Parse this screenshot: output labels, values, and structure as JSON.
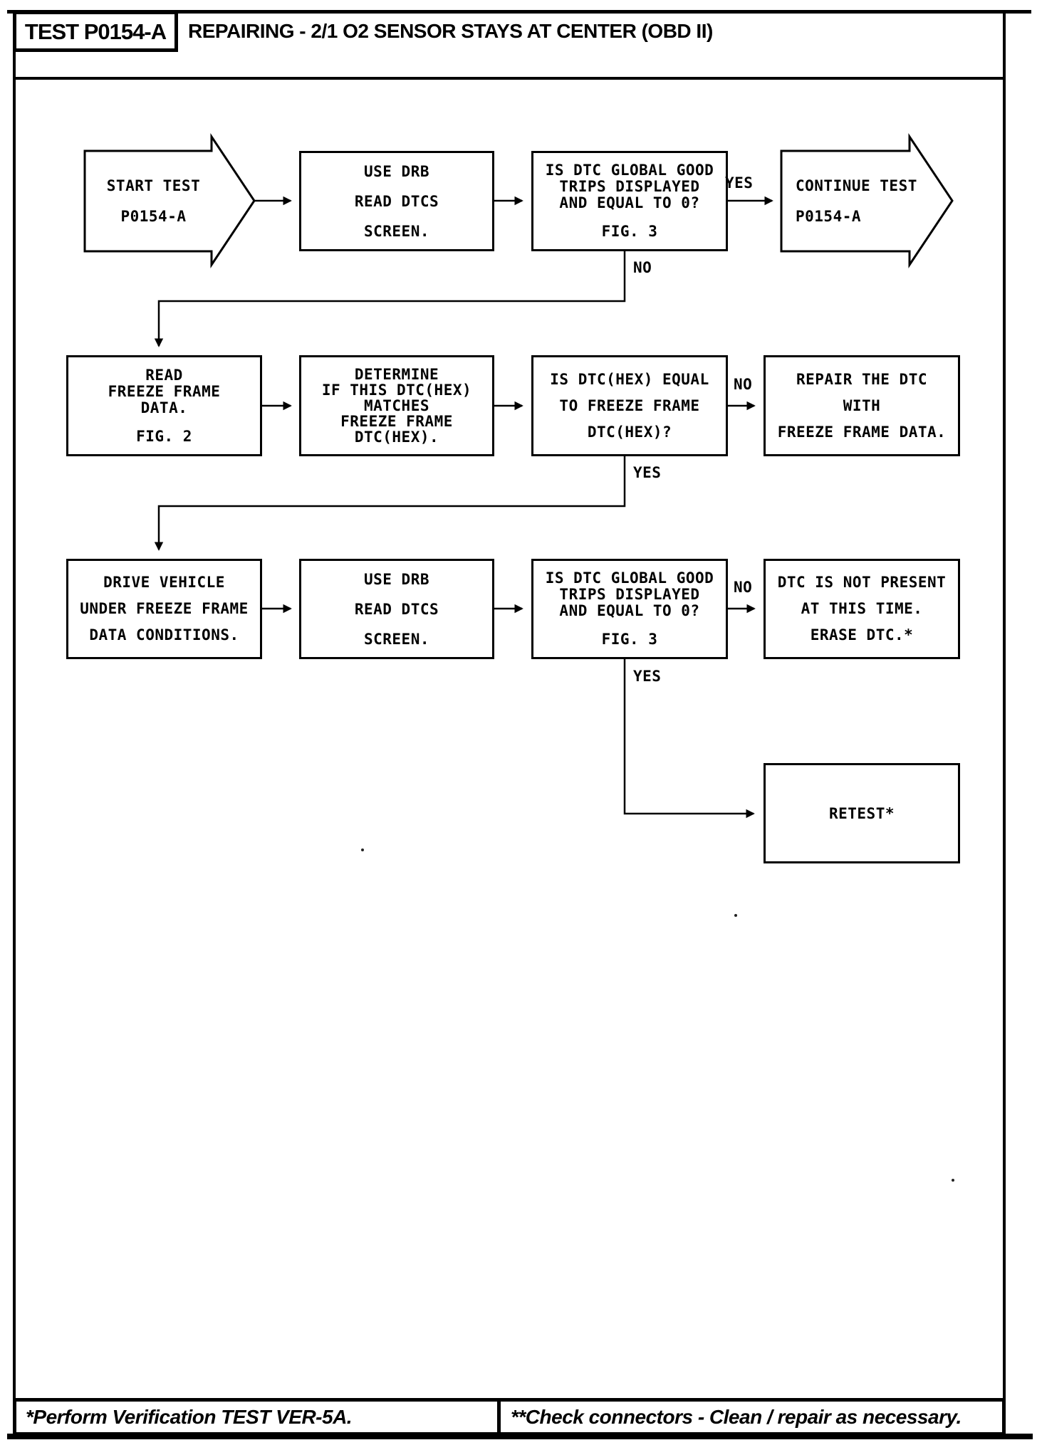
{
  "header": {
    "test_id": "TEST P0154-A",
    "title": "REPAIRING - 2/1 O2 SENSOR STAYS AT CENTER (OBD II)"
  },
  "flowchart": {
    "nodes": {
      "start": {
        "lines": [
          "START TEST",
          "P0154-A"
        ]
      },
      "r1c2": {
        "lines": [
          "USE DRB",
          "READ DTCS",
          "SCREEN."
        ]
      },
      "r1c3": {
        "lines": [
          "IS DTC GLOBAL GOOD",
          "TRIPS DISPLAYED",
          "AND EQUAL TO 0?",
          "FIG. 3"
        ]
      },
      "continue": {
        "lines": [
          "CONTINUE TEST",
          "P0154-A"
        ]
      },
      "r2c1": {
        "lines": [
          "READ",
          "FREEZE FRAME",
          "DATA.",
          "FIG. 2"
        ]
      },
      "r2c2": {
        "lines": [
          "DETERMINE",
          "IF THIS DTC(HEX)",
          "MATCHES",
          "FREEZE FRAME",
          "DTC(HEX)."
        ]
      },
      "r2c3": {
        "lines": [
          "IS DTC(HEX) EQUAL",
          "TO FREEZE FRAME",
          "DTC(HEX)?"
        ]
      },
      "r2c4": {
        "lines": [
          "REPAIR THE DTC",
          "WITH",
          "FREEZE FRAME DATA."
        ]
      },
      "r3c1": {
        "lines": [
          "DRIVE VEHICLE",
          "UNDER FREEZE FRAME",
          "DATA CONDITIONS."
        ]
      },
      "r3c2": {
        "lines": [
          "USE DRB",
          "READ DTCS",
          "SCREEN."
        ]
      },
      "r3c3": {
        "lines": [
          "IS DTC GLOBAL GOOD",
          "TRIPS DISPLAYED",
          "AND EQUAL TO 0?",
          "FIG. 3"
        ]
      },
      "r3c4": {
        "lines": [
          "DTC IS NOT PRESENT",
          "AT THIS TIME.",
          "ERASE DTC.*"
        ]
      },
      "retest": {
        "lines": [
          "RETEST*"
        ]
      }
    },
    "labels": {
      "r1_yes": "YES",
      "r1_no": "NO",
      "r2_no": "NO",
      "r2_yes": "YES",
      "r3_no": "NO",
      "r3_yes": "YES"
    }
  },
  "footer": {
    "note1": "*Perform Verification TEST VER-5A.",
    "note2": "**Check connectors - Clean / repair as necessary."
  }
}
